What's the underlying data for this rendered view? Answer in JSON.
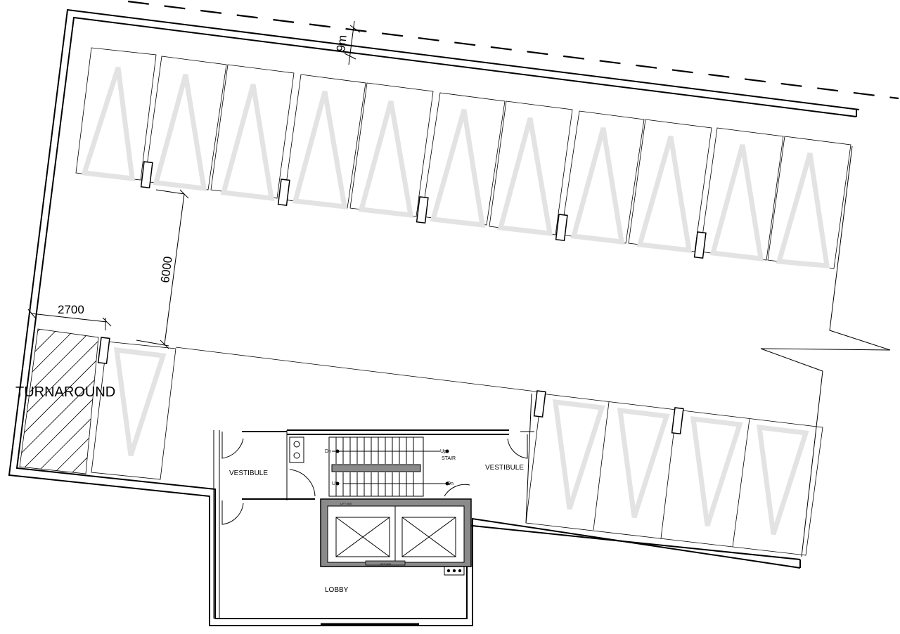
{
  "dimensions": {
    "setback": "9m",
    "aisle_width": "6000",
    "bay_width": "2700"
  },
  "labels": {
    "turnaround": "TURNAROUND",
    "vestibule_left": "VESTIBULE",
    "vestibule_right": "VESTIBULE",
    "stair": "STAIR",
    "lobby": "LOBBY",
    "stair_dn_top": "Dn",
    "stair_up_top": "Up",
    "stair_up_bottom": "Up",
    "stair_dn_bottom": "Dn",
    "lift_top_note": "LIFT 600",
    "lift_bottom_note": "LIFT 600"
  },
  "colors": {
    "line": "#000000",
    "car_outline": "#e3e3e3",
    "wall_fill": "#8a8a8a"
  }
}
